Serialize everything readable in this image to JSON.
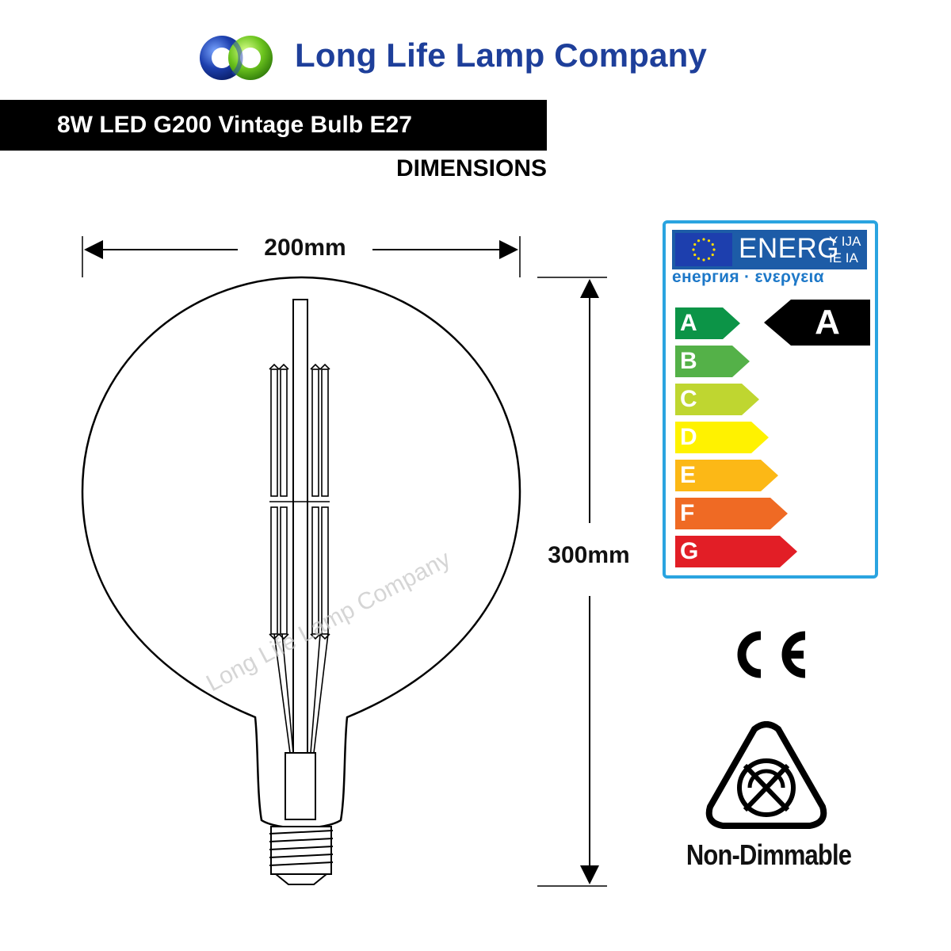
{
  "header": {
    "brand_name": "Long Life Lamp Company",
    "logo_icon": "two-interlocking-circles-logo",
    "brand_color": "#1e3f9a"
  },
  "product": {
    "title": "8W LED G200 Vintage Bulb E27",
    "subtitle": "DIMENSIONS"
  },
  "dimensions": {
    "width_label": "200mm",
    "height_label": "300mm"
  },
  "watermark": "Long Life Lamp Company",
  "energy_label": {
    "header_word": "ENERG",
    "header_suffix": "Y IJA\nIE IA",
    "languages": "енергия · ενεργεια",
    "rating": "A",
    "classes": [
      {
        "letter": "A",
        "color": "#0c9447"
      },
      {
        "letter": "B",
        "color": "#54b148"
      },
      {
        "letter": "C",
        "color": "#bfd630"
      },
      {
        "letter": "D",
        "color": "#fff200"
      },
      {
        "letter": "E",
        "color": "#fcb816"
      },
      {
        "letter": "F",
        "color": "#ef6a24"
      },
      {
        "letter": "G",
        "color": "#e21e26"
      }
    ],
    "border_color": "#2aa4e0",
    "header_color": "#1d5ca7"
  },
  "certifications": {
    "ce_icon": "ce-mark-icon",
    "dimmable_icon": "non-dimmable-icon",
    "dimmable_text": "Non-Dimmable"
  }
}
